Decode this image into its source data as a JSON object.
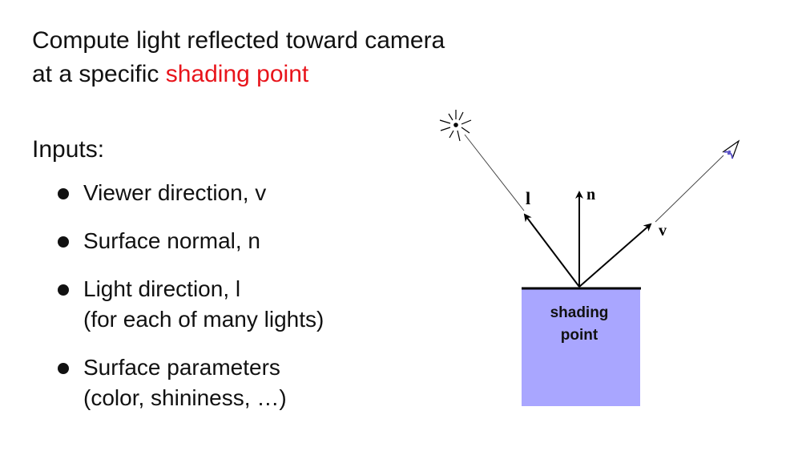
{
  "title": {
    "line1": "Compute light reflected toward camera",
    "line2_prefix": "at a specific ",
    "line2_highlight": "shading point",
    "highlight_color": "#e8141b"
  },
  "inputs": {
    "heading": "Inputs:",
    "items": [
      {
        "line1": "Viewer direction, v",
        "line2": ""
      },
      {
        "line1": "Surface normal, n",
        "line2": ""
      },
      {
        "line1": "Light direction, l",
        "line2": "(for each of many lights)"
      },
      {
        "line1": "Surface parameters",
        "line2": "(color, shininess, …)"
      }
    ]
  },
  "diagram": {
    "box_label_line1": "shading",
    "box_label_line2": "point",
    "box_color": "#a9a6ff",
    "vector_light_label": "l",
    "vector_normal_label": "n",
    "vector_view_label": "v",
    "light_icon": "light-source-icon",
    "camera_icon": "eye-icon"
  }
}
